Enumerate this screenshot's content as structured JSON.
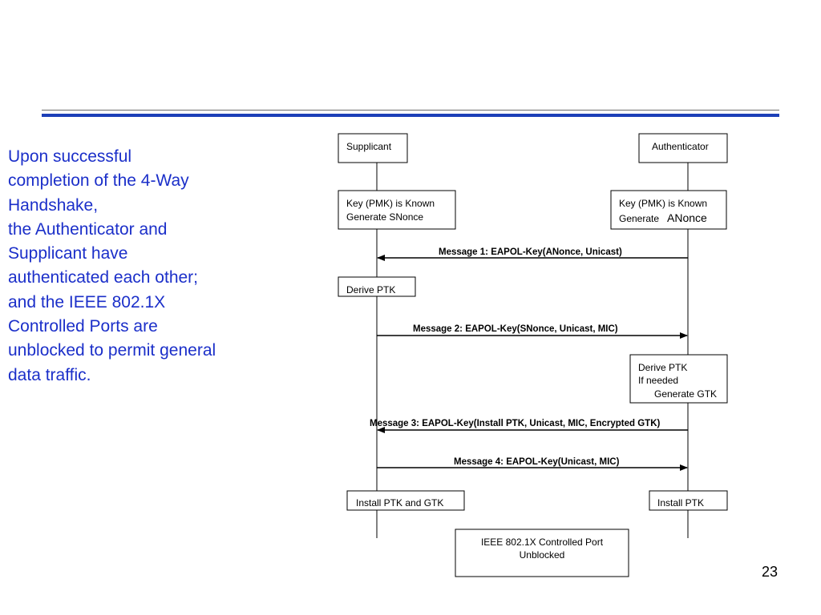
{
  "slide": {
    "page_number": "23",
    "body_lines": [
      "Upon successful",
      "completion of the 4-Way",
      "Handshake,",
      "the Authenticator and",
      "Supplicant have",
      "authenticated each other;",
      "and the IEEE 802.1X",
      "Controlled Ports are",
      "unblocked to permit general",
      "data traffic."
    ]
  },
  "diagram": {
    "supplicant": "Supplicant",
    "authenticator": "Authenticator",
    "supplicant_key": [
      "Key (PMK) is Known",
      "Generate SNonce"
    ],
    "authenticator_key": [
      "Key (PMK) is Known",
      "Generate",
      "ANonce"
    ],
    "msg1": "Message 1: EAPOL-Key(ANonce, Unicast)",
    "supplicant_derive": "Derive PTK",
    "msg2": "Message 2: EAPOL-Key(SNonce, Unicast, MIC)",
    "authenticator_derive": [
      "Derive PTK",
      "If needed",
      "Generate GTK"
    ],
    "msg3": "Message 3: EAPOL-Key(Install PTK, Unicast, MIC, Encrypted GTK)",
    "msg4": "Message 4: EAPOL-Key(Unicast, MIC)",
    "supplicant_install": "Install PTK and GTK",
    "authenticator_install": "Install PTK",
    "port_unblocked": [
      "IEEE 802.1X Controlled Port",
      "Unblocked"
    ]
  },
  "colors": {
    "body_text": "#1b2fc9",
    "rule_thick": "#1d3fb8",
    "rule_thin": "#6b6b6b"
  }
}
